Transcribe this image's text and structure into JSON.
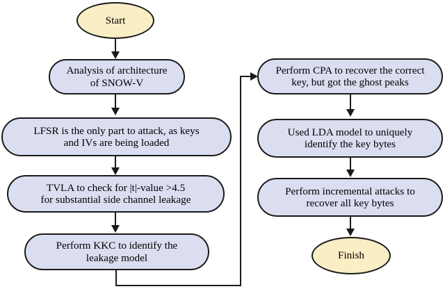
{
  "diagram": {
    "title": "SNOW-V side channel attack methodology flowchart",
    "colors": {
      "process_fill": "#dadef0",
      "terminator_fill": "#faeec4",
      "stroke": "#1a1a1a",
      "background": "#ffffff"
    },
    "nodes": [
      {
        "id": "start",
        "type": "terminator",
        "label": "Start"
      },
      {
        "id": "analysis",
        "type": "process",
        "label": "Analysis of architecture\nof SNOW-V"
      },
      {
        "id": "lfsr",
        "type": "process",
        "label": "LFSR is the only part to attack, as keys\nand IVs are being loaded"
      },
      {
        "id": "tvla",
        "type": "process",
        "label": "TVLA to check for |t|-value >4.5\nfor substantial side channel leakage"
      },
      {
        "id": "kkc",
        "type": "process",
        "label": "Perform KKC to identify the\nleakage model"
      },
      {
        "id": "cpa",
        "type": "process",
        "label": "Perform CPA to recover the correct\nkey, but got the ghost peaks"
      },
      {
        "id": "lda",
        "type": "process",
        "label": "Used LDA model to uniquely\nidentify the key bytes"
      },
      {
        "id": "incremental",
        "type": "process",
        "label": "Perform incremental attacks to\nrecover all key bytes"
      },
      {
        "id": "finish",
        "type": "terminator",
        "label": "Finish"
      }
    ],
    "edges": [
      {
        "from": "start",
        "to": "analysis",
        "kind": "straight-down"
      },
      {
        "from": "analysis",
        "to": "lfsr",
        "kind": "straight-down"
      },
      {
        "from": "lfsr",
        "to": "tvla",
        "kind": "straight-down"
      },
      {
        "from": "tvla",
        "to": "kkc",
        "kind": "straight-down"
      },
      {
        "from": "kkc",
        "to": "cpa",
        "kind": "elbow-down-right-up"
      },
      {
        "from": "cpa",
        "to": "lda",
        "kind": "straight-down"
      },
      {
        "from": "lda",
        "to": "incremental",
        "kind": "straight-down"
      },
      {
        "from": "incremental",
        "to": "finish",
        "kind": "straight-down"
      }
    ]
  }
}
